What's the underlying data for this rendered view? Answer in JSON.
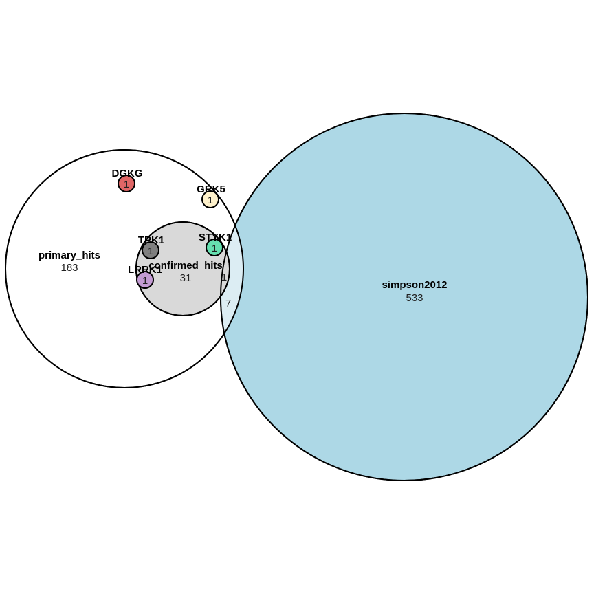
{
  "sets": {
    "primary_hits": {
      "name": "primary_hits",
      "count": "183",
      "color": "#ffffff"
    },
    "confirmed_hits": {
      "name": "confirmed_hits",
      "count": "31",
      "color": "#d9d9d9"
    },
    "simpson2012": {
      "name": "simpson2012",
      "count": "533",
      "color": "#add8e6"
    }
  },
  "overlaps": {
    "confirmed_simpson": "1",
    "primary_simpson": "7"
  },
  "genes": {
    "DGKG": {
      "name": "DGKG",
      "count": "1",
      "color": "#e06666"
    },
    "GRK5": {
      "name": "GRK5",
      "count": "1",
      "color": "#fff2cc"
    },
    "TPK1": {
      "name": "TPK1",
      "count": "1",
      "color": "#808080"
    },
    "STYK1": {
      "name": "STYK1",
      "count": "1",
      "color": "#66e0b0"
    },
    "LRRK1": {
      "name": "LRRK1",
      "count": "1",
      "color": "#c39bd3"
    }
  }
}
